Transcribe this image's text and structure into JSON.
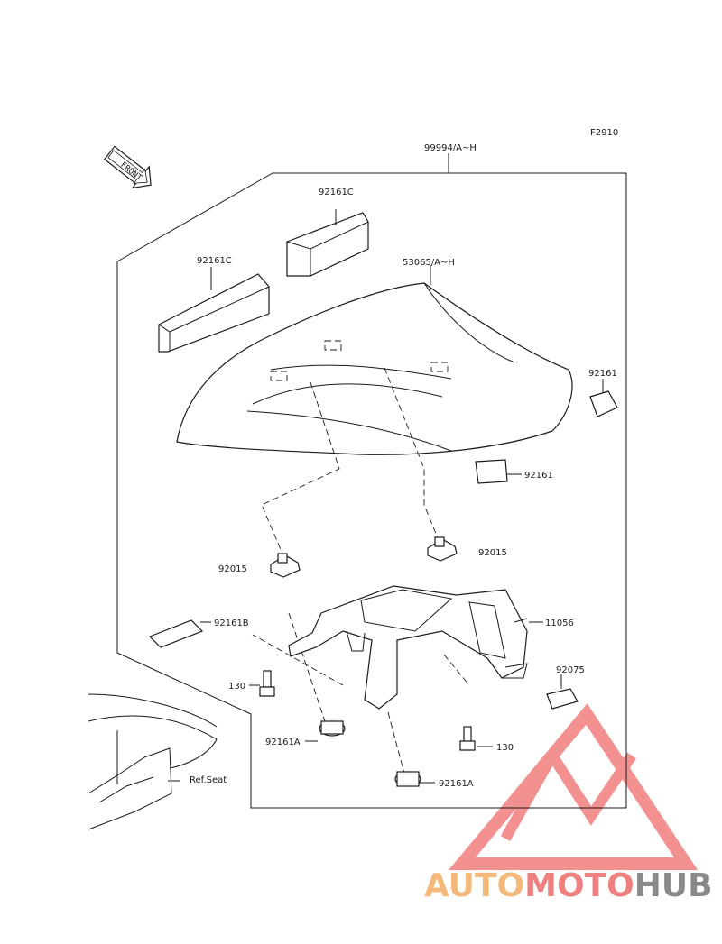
{
  "figure_code": "F2910",
  "front_marker": "FRONT",
  "labels": {
    "kit": "99994/A~H",
    "pad_top": "92161C",
    "pad_left": "92161C",
    "seat_cover": "53065/A~H",
    "pad_right_small": "92161",
    "pad_mid_small": "92161",
    "nut_left": "92015",
    "nut_right": "92015",
    "bracket": "11056",
    "pad_flat": "92161B",
    "bolt_left": "130",
    "bolt_right": "130",
    "clip": "92075",
    "damper_left": "92161A",
    "damper_right": "92161A",
    "ref_seat": "Ref.Seat"
  },
  "watermark": {
    "auto": "AUTO",
    "moto": "MOTO",
    "hub": "HUB",
    "colors": {
      "auto": "#f4b97a",
      "moto": "#f08080",
      "hub": "#8a8a8a",
      "logo": "#ef6b6b"
    }
  }
}
